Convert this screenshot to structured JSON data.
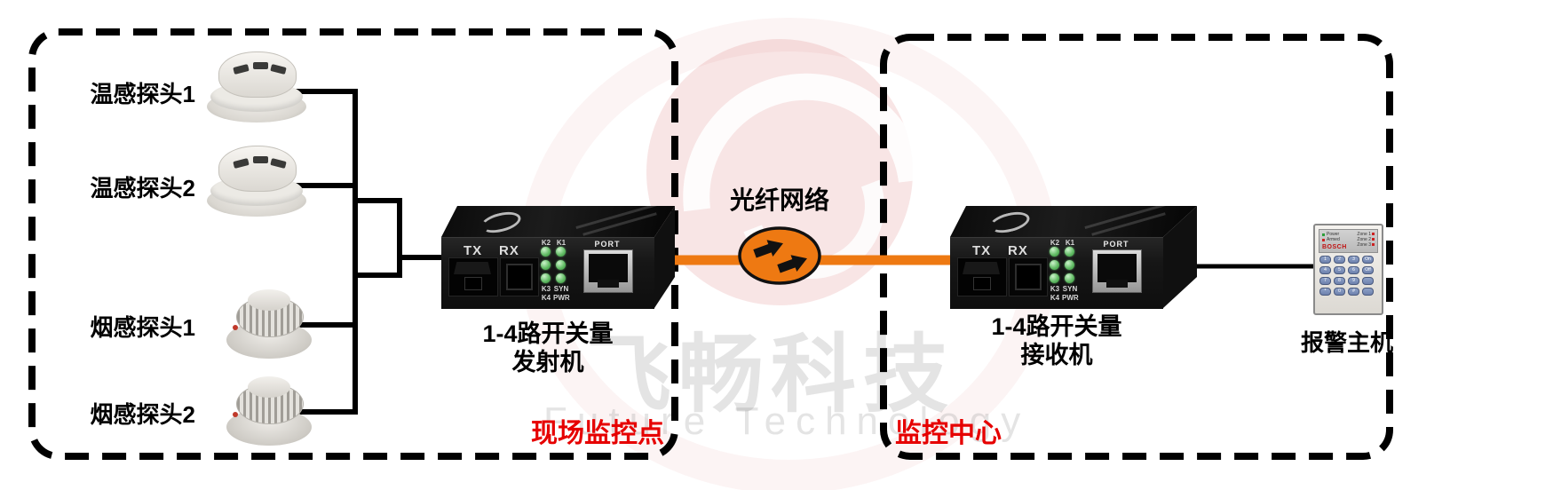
{
  "colors": {
    "fiber_orange": "#EE7912",
    "zone_label_red": "#E60000",
    "led_green": "#5CB85F",
    "bosch_red": "#C01111"
  },
  "watermark": {
    "cn": "飞畅科技",
    "en": "Future Technology"
  },
  "field_zone": {
    "label": "现场监控点",
    "sensors": [
      {
        "label": "温感探头1",
        "type": "temperature"
      },
      {
        "label": "温感探头2",
        "type": "temperature"
      },
      {
        "label": "烟感探头1",
        "type": "smoke"
      },
      {
        "label": "烟感探头2",
        "type": "smoke"
      }
    ],
    "device_label_line1": "1-4路开关量",
    "device_label_line2": "发射机"
  },
  "center_zone": {
    "label": "监控中心",
    "device_label_line1": "1-4路开关量",
    "device_label_line2": "接收机",
    "alarm_host_label": "报警主机"
  },
  "fiber": {
    "label": "光纤网络"
  },
  "converter_panel": {
    "tx": "TX",
    "rx": "RX",
    "port": "PORT",
    "led_top": [
      "K2",
      "K1"
    ],
    "led_mid": [
      "K3",
      "SYN"
    ],
    "led_bottom": [
      "K4",
      "PWR"
    ]
  },
  "alarm_keypad": {
    "brand": "BOSCH",
    "status": [
      "Power",
      "Armed"
    ],
    "zones": [
      "Zone 1",
      "Zone 2",
      "Zone 3"
    ],
    "keys": [
      "1",
      "2",
      "3",
      "On",
      "4",
      "5",
      "6",
      "Off",
      "7",
      "8",
      "9",
      "",
      "*",
      "0",
      "#",
      ""
    ]
  }
}
